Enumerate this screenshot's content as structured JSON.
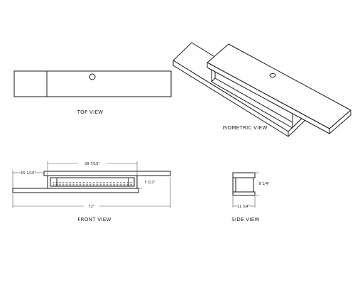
{
  "views": {
    "top": "TOP VIEW",
    "isometric": "ISOMETRIC VIEW",
    "front": "FRONT VIEW",
    "side": "SIDE VIEW"
  },
  "dimensions": {
    "front_left_width": "15 1/16\"",
    "front_center_width": "39 7/16\"",
    "front_height": "5 1/2\"",
    "front_total_width": "72\"",
    "side_height": "8 1/4\"",
    "side_width": "11 3/4\""
  },
  "colors": {
    "line": "#1a1a1a",
    "dim_line": "#555555"
  }
}
